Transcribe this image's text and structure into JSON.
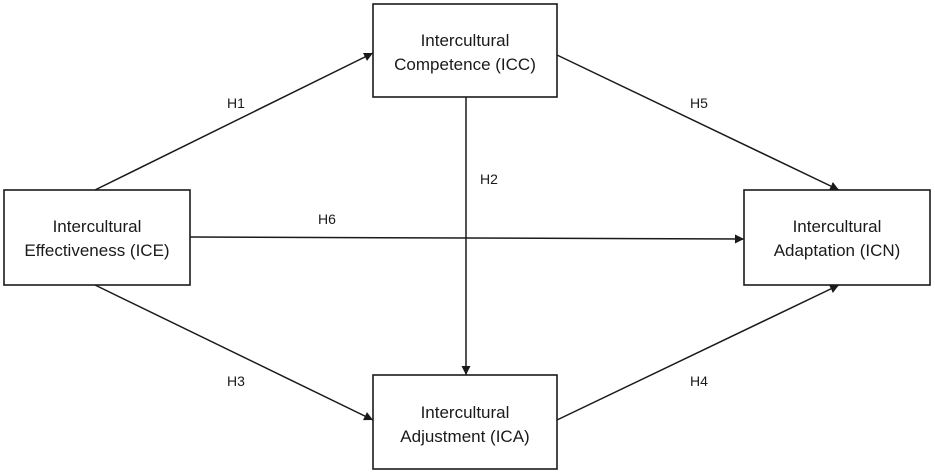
{
  "nodes": {
    "icc": {
      "line1": "Intercultural",
      "line2": "Competence (ICC)"
    },
    "ice": {
      "line1": "Intercultural",
      "line2": "Effectiveness (ICE)"
    },
    "icn": {
      "line1": "Intercultural",
      "line2": "Adaptation (ICN)"
    },
    "ica": {
      "line1": "Intercultural",
      "line2": "Adjustment (ICA)"
    }
  },
  "edges": {
    "h1": {
      "label": "H1",
      "from": "ICE",
      "to": "ICC"
    },
    "h2": {
      "label": "H2",
      "from": "ICC",
      "to": "ICA"
    },
    "h3": {
      "label": "H3",
      "from": "ICE",
      "to": "ICA"
    },
    "h4": {
      "label": "H4",
      "from": "ICA",
      "to": "ICN"
    },
    "h5": {
      "label": "H5",
      "from": "ICC",
      "to": "ICN"
    },
    "h6": {
      "label": "H6",
      "from": "ICE",
      "to": "ICN"
    }
  },
  "colors": {
    "stroke": "#1a1a1a",
    "background": "#ffffff"
  }
}
